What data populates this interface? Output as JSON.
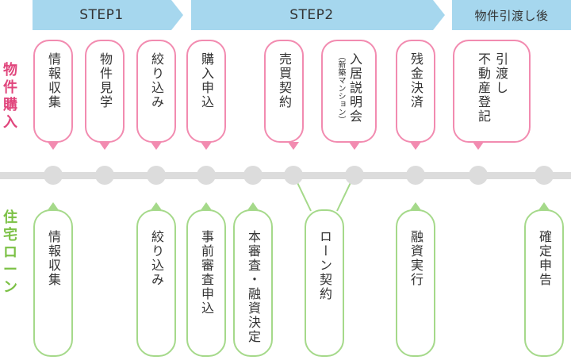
{
  "steps": {
    "step1": "STEP1",
    "step2": "STEP2",
    "step3": "物件引渡し後"
  },
  "rows": {
    "purchase_label": "物件購入",
    "loan_label": "住宅ローン"
  },
  "purchase": [
    {
      "line1": "情報収集"
    },
    {
      "line1": "物件見学"
    },
    {
      "line1": "絞り込み"
    },
    {
      "line1": "購入申込"
    },
    {
      "line1": "売買契約"
    },
    {
      "line1": "入居説明会",
      "line2": "（新築マンション）"
    },
    {
      "line1": "残金決済"
    },
    {
      "line1": "引渡し",
      "line2": "不動産登記"
    }
  ],
  "loan": [
    {
      "line1": "情報収集"
    },
    {
      "line1": "絞り込み"
    },
    {
      "line1": "事前審査申込"
    },
    {
      "line1": "本審査・融資決定"
    },
    {
      "line1": "ローン契約"
    },
    {
      "line1": "融資実行"
    },
    {
      "line1": "確定申告"
    }
  ],
  "colors": {
    "step_bg": "#a6d7ee",
    "purchase_accent": "#e0457c",
    "purchase_border": "#f28bb0",
    "loan_accent": "#7cc146",
    "loan_border": "#a5d98a",
    "timeline": "#dcdcdc"
  }
}
